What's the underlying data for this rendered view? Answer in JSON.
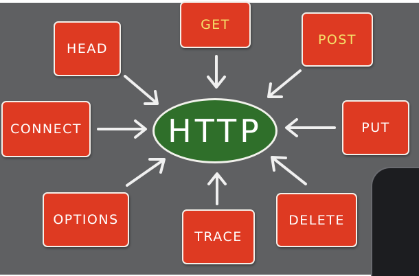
{
  "hub": {
    "label": "HTTP"
  },
  "methods": {
    "get": "GET",
    "post": "POST",
    "head": "HEAD",
    "connect": "CONNECT",
    "put": "PUT",
    "options": "OPTIONS",
    "trace": "TRACE",
    "delete": "DELETE"
  },
  "colors": {
    "board": "#5f6062",
    "box": "#de3a22",
    "box_border": "#f4f0ea",
    "hub": "#2f6f2a",
    "label_white": "#ffffff",
    "label_yellow": "#f4e06a",
    "arrow": "#f0f0f0"
  }
}
